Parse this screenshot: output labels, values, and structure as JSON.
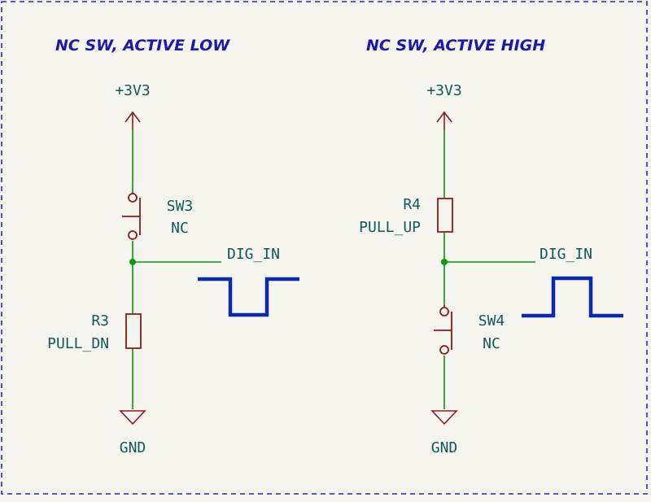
{
  "colors": {
    "background": "#f5f4ef",
    "border": "#2a2ab8",
    "title": "#1a1aa6",
    "wire": "#0a9a0a",
    "junction": "#0a9a0a",
    "component": "#8e1a1a",
    "power_symbol": "#8e1a1a",
    "text": "#0f5a5a",
    "waveform": "#0a2aa6"
  },
  "left": {
    "title": "NC SW, ACTIVE LOW",
    "power_label": "+3V3",
    "switch_ref": "SW3",
    "switch_value": "NC",
    "net_label": "DIG_IN",
    "resistor_ref": "R3",
    "resistor_value": "PULL_DN",
    "ground_label": "GND",
    "waveform": "active-low-pulse"
  },
  "right": {
    "title": "NC SW, ACTIVE HIGH",
    "power_label": "+3V3",
    "resistor_ref": "R4",
    "resistor_value": "PULL_UP",
    "net_label": "DIG_IN",
    "switch_ref": "SW4",
    "switch_value": "NC",
    "ground_label": "GND",
    "waveform": "active-high-pulse"
  }
}
